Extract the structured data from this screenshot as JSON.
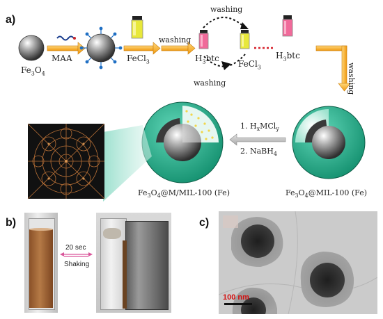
{
  "panels": {
    "a": "a)",
    "b": "b)",
    "c": "c)"
  },
  "scheme": {
    "core_label": "Fe3O4",
    "core_label_main": "Fe",
    "core_label_sub1": "3",
    "core_label_mid": "O",
    "core_label_sub2": "4",
    "step_maa": "MAA",
    "step_fecl3": "FeCl",
    "step_fecl3_sub": "3",
    "step_washing1": "washing",
    "cycle_washing_top": "washing",
    "cycle_washing_bottom": "washing",
    "cycle_h3btc": "H",
    "cycle_h3btc_sub": "3",
    "cycle_h3btc_end": "btc",
    "cycle_fecl3": "FeCl",
    "cycle_fecl3_sub": "3",
    "final_h3btc": "H",
    "final_h3btc_sub": "3",
    "final_h3btc_end": "btc",
    "washing_vertical": "washing",
    "step_hxmcly_a": "1. H",
    "step_hxmcly_x": "x",
    "step_hxmcly_b": "MCl",
    "step_hxmcly_y": "y",
    "step_nabh4_a": "2. NaBH",
    "step_nabh4_sub": "4",
    "product_left_a": "Fe",
    "product_left_sub1": "3",
    "product_left_b": "O",
    "product_left_sub2": "4",
    "product_left_c": "@M/MIL-100 (Fe)",
    "product_right_a": "Fe",
    "product_right_sub1": "3",
    "product_right_b": "O",
    "product_right_sub2": "4",
    "product_right_c": "@MIL-100 (Fe)"
  },
  "panel_b": {
    "time": "20 sec",
    "action": "Shaking"
  },
  "panel_c": {
    "scale": "100 nm"
  },
  "colors": {
    "arrow_orange": "#f4a21a",
    "vial_yellow": "#e8e83a",
    "vial_pink": "#f06a9a",
    "shell_teal": "#2bb596",
    "core_grey": "#8a8a8a",
    "suspension_brown": "#a86a3c",
    "scale_red": "#d31010"
  }
}
